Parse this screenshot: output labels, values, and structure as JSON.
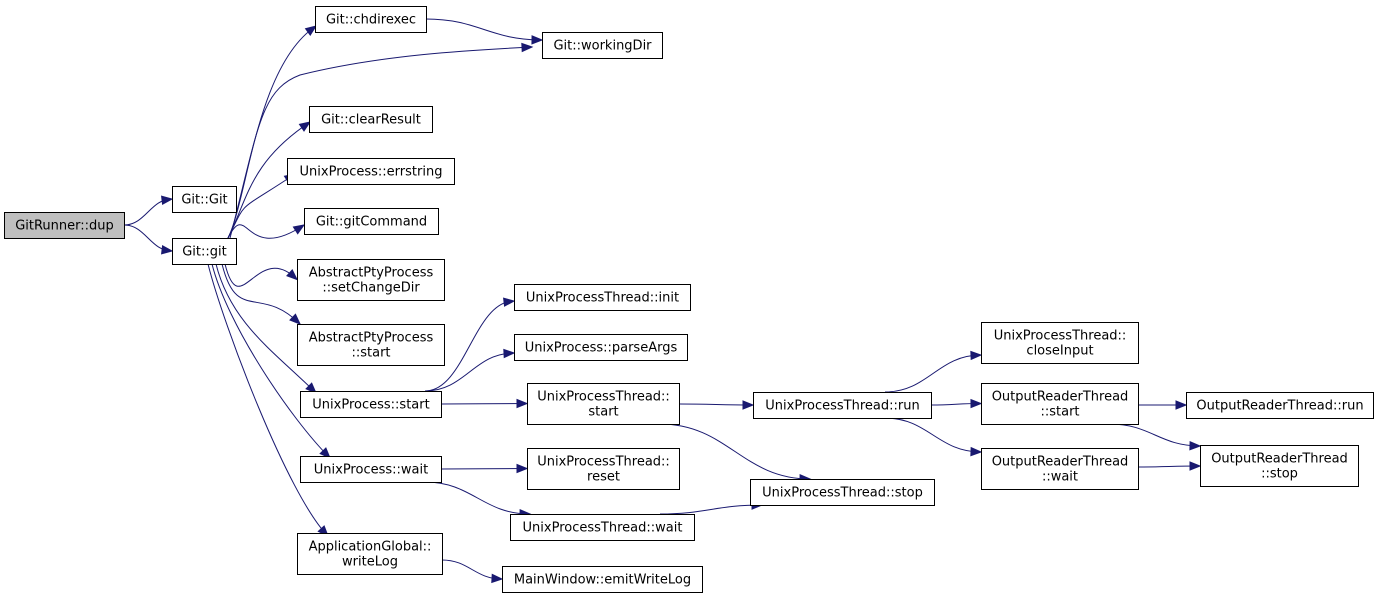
{
  "graph": {
    "edge_color": "#191970",
    "root_fill": "#bfbfbf",
    "nodes": [
      {
        "id": "gitrunner_dup",
        "lines": [
          "GitRunner::dup"
        ],
        "root": true
      },
      {
        "id": "git_git_ctor",
        "lines": [
          "Git::Git"
        ]
      },
      {
        "id": "git_git",
        "lines": [
          "Git::git"
        ]
      },
      {
        "id": "git_chdirexec",
        "lines": [
          "Git::chdirexec"
        ]
      },
      {
        "id": "git_workingdir",
        "lines": [
          "Git::workingDir"
        ]
      },
      {
        "id": "git_clearresult",
        "lines": [
          "Git::clearResult"
        ]
      },
      {
        "id": "unixprocess_errstring",
        "lines": [
          "UnixProcess::errstring"
        ]
      },
      {
        "id": "git_gitcommand",
        "lines": [
          "Git::gitCommand"
        ]
      },
      {
        "id": "abstractpty_setchangedir",
        "lines": [
          "AbstractPtyProcess",
          "::setChangeDir"
        ]
      },
      {
        "id": "abstractpty_start",
        "lines": [
          "AbstractPtyProcess",
          "::start"
        ]
      },
      {
        "id": "unixprocess_start",
        "lines": [
          "UnixProcess::start"
        ]
      },
      {
        "id": "unixprocess_wait",
        "lines": [
          "UnixProcess::wait"
        ]
      },
      {
        "id": "appglobal_writelog",
        "lines": [
          "ApplicationGlobal::",
          "writeLog"
        ]
      },
      {
        "id": "upt_init",
        "lines": [
          "UnixProcessThread::init"
        ]
      },
      {
        "id": "unixprocess_parseargs",
        "lines": [
          "UnixProcess::parseArgs"
        ]
      },
      {
        "id": "upt_start",
        "lines": [
          "UnixProcessThread::",
          "start"
        ]
      },
      {
        "id": "upt_reset",
        "lines": [
          "UnixProcessThread::",
          "reset"
        ]
      },
      {
        "id": "upt_wait",
        "lines": [
          "UnixProcessThread::wait"
        ]
      },
      {
        "id": "mainwindow_emitwritelog",
        "lines": [
          "MainWindow::emitWriteLog"
        ]
      },
      {
        "id": "upt_run",
        "lines": [
          "UnixProcessThread::run"
        ]
      },
      {
        "id": "upt_stop",
        "lines": [
          "UnixProcessThread::stop"
        ]
      },
      {
        "id": "upt_closeinput",
        "lines": [
          "UnixProcessThread::",
          "closeInput"
        ]
      },
      {
        "id": "ort_start",
        "lines": [
          "OutputReaderThread",
          "::start"
        ]
      },
      {
        "id": "ort_wait",
        "lines": [
          "OutputReaderThread",
          "::wait"
        ]
      },
      {
        "id": "ort_run",
        "lines": [
          "OutputReaderThread::run"
        ]
      },
      {
        "id": "ort_stop",
        "lines": [
          "OutputReaderThread",
          "::stop"
        ]
      }
    ],
    "edges": [
      [
        "gitrunner_dup",
        "git_git_ctor"
      ],
      [
        "gitrunner_dup",
        "git_git"
      ],
      [
        "git_git",
        "git_chdirexec"
      ],
      [
        "git_git",
        "git_workingdir"
      ],
      [
        "git_git",
        "git_clearresult"
      ],
      [
        "git_git",
        "unixprocess_errstring"
      ],
      [
        "git_git",
        "git_gitcommand"
      ],
      [
        "git_git",
        "abstractpty_setchangedir"
      ],
      [
        "git_git",
        "abstractpty_start"
      ],
      [
        "git_git",
        "unixprocess_start"
      ],
      [
        "git_git",
        "unixprocess_wait"
      ],
      [
        "git_git",
        "appglobal_writelog"
      ],
      [
        "git_chdirexec",
        "git_workingdir"
      ],
      [
        "unixprocess_start",
        "upt_init"
      ],
      [
        "unixprocess_start",
        "unixprocess_parseargs"
      ],
      [
        "unixprocess_start",
        "upt_start"
      ],
      [
        "unixprocess_wait",
        "upt_reset"
      ],
      [
        "unixprocess_wait",
        "upt_wait"
      ],
      [
        "appglobal_writelog",
        "mainwindow_emitwritelog"
      ],
      [
        "upt_start",
        "upt_run"
      ],
      [
        "upt_start",
        "upt_stop"
      ],
      [
        "upt_wait",
        "upt_stop"
      ],
      [
        "upt_run",
        "upt_closeinput"
      ],
      [
        "upt_run",
        "ort_start"
      ],
      [
        "upt_run",
        "ort_wait"
      ],
      [
        "ort_start",
        "ort_run"
      ],
      [
        "ort_start",
        "ort_stop"
      ],
      [
        "ort_wait",
        "ort_stop"
      ]
    ]
  }
}
